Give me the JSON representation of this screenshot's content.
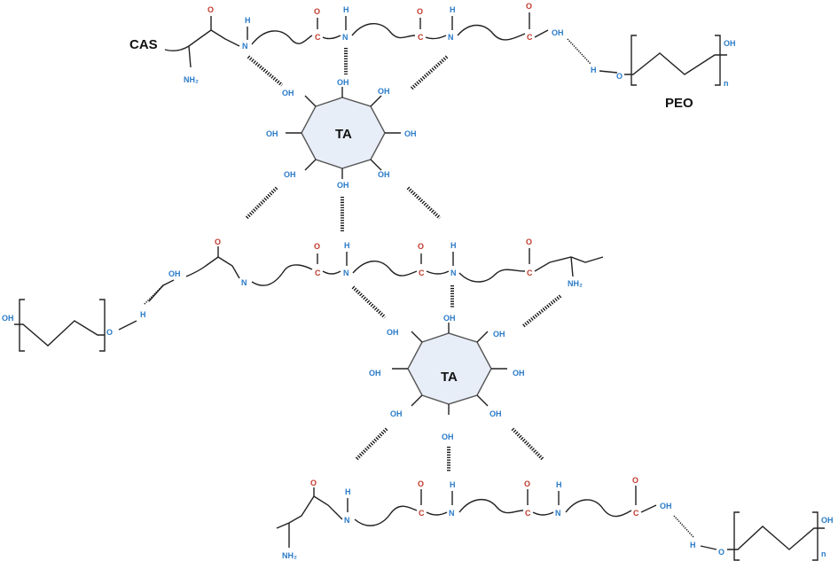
{
  "labels": {
    "cas": "CAS",
    "peo": "PEO",
    "ta": "TA",
    "n": "N",
    "h": "H",
    "o": "O",
    "c": "C",
    "oh": "OH",
    "nh2": "NH₂",
    "sub_n": "n"
  },
  "colors": {
    "hetero": "#2a7bc8",
    "carbonyl": "#c0392b",
    "ring_fill": "#e8eef8"
  }
}
